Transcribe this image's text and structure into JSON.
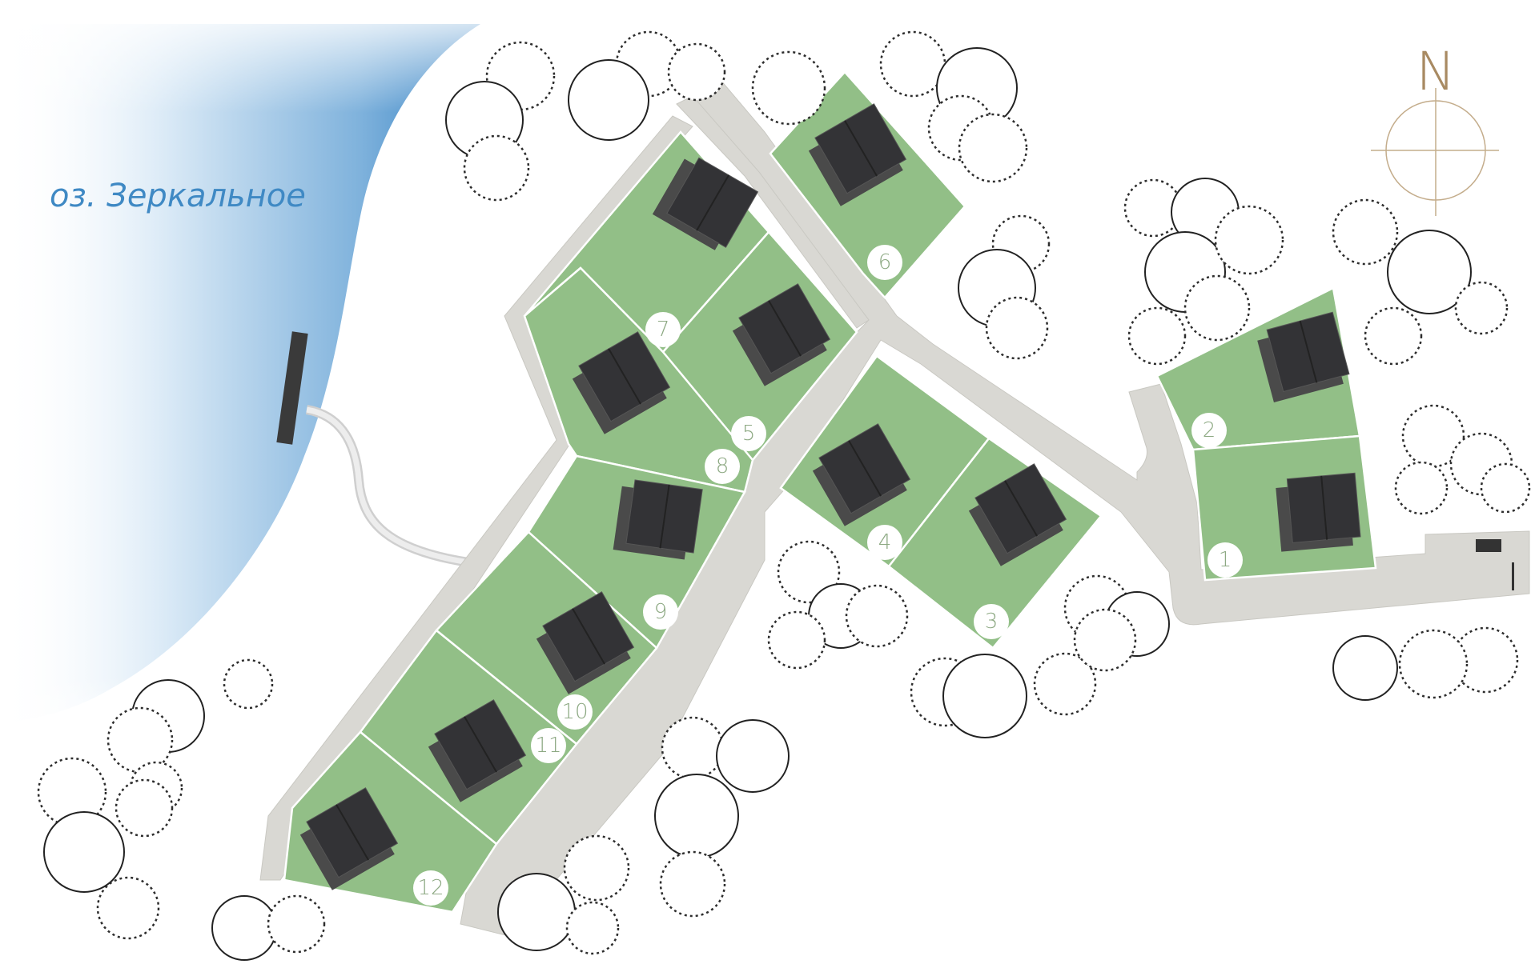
{
  "lake": {
    "label": "оз.  Зеркальное"
  },
  "compass": {
    "label": "N"
  },
  "lots": [
    {
      "id": "lot-1",
      "number": "1"
    },
    {
      "id": "lot-2",
      "number": "2"
    },
    {
      "id": "lot-3",
      "number": "3"
    },
    {
      "id": "lot-4",
      "number": "4"
    },
    {
      "id": "lot-5",
      "number": "5"
    },
    {
      "id": "lot-6",
      "number": "6"
    },
    {
      "id": "lot-7",
      "number": "7"
    },
    {
      "id": "lot-8",
      "number": "8"
    },
    {
      "id": "lot-9",
      "number": "9"
    },
    {
      "id": "lot-10",
      "number": "10"
    },
    {
      "id": "lot-11",
      "number": "11"
    },
    {
      "id": "lot-12",
      "number": "12"
    }
  ],
  "colors": {
    "lot_fill": "#92bf87",
    "road": "#d9d8d3",
    "water": "#3f89c4",
    "house": "#333336",
    "compass": "#c4ad8c"
  }
}
